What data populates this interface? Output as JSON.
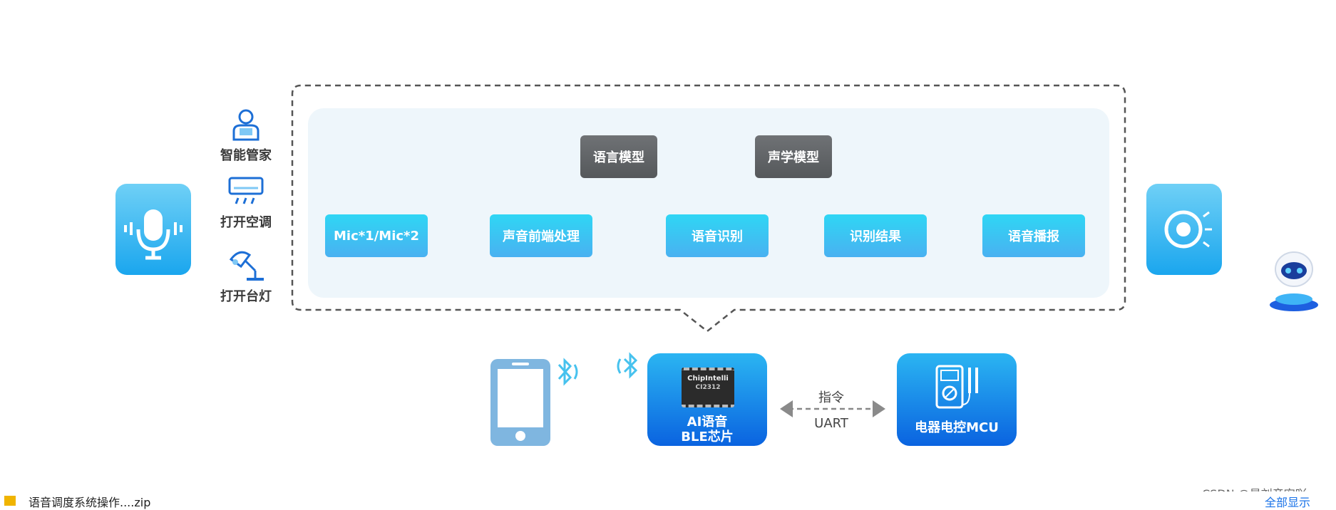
{
  "commands": [
    "智能管家",
    "打开空调",
    "打开台灯"
  ],
  "flow": [
    "Mic*1/Mic*2",
    "声音前端处理",
    "语音识别",
    "识别结果",
    "语音播报"
  ],
  "models": [
    "语言模型",
    "声学模型"
  ],
  "chip": {
    "brand": "ChipIntelli",
    "model": "CI2312",
    "label_line1": "AI语音",
    "label_line2": "BLE芯片"
  },
  "mcu": {
    "label": "电器电控MCU"
  },
  "link": {
    "top": "指令",
    "bottom": "UART"
  },
  "watermark": "CSDN @是刘彦宏吖",
  "download": {
    "filename": "语音调度系统操作....zip",
    "show_all": "全部显示"
  },
  "colors": {
    "accent": "#1aa6ee",
    "step": "#3cc3f3",
    "model": "#5f6265",
    "chip": "#0a63e0"
  }
}
